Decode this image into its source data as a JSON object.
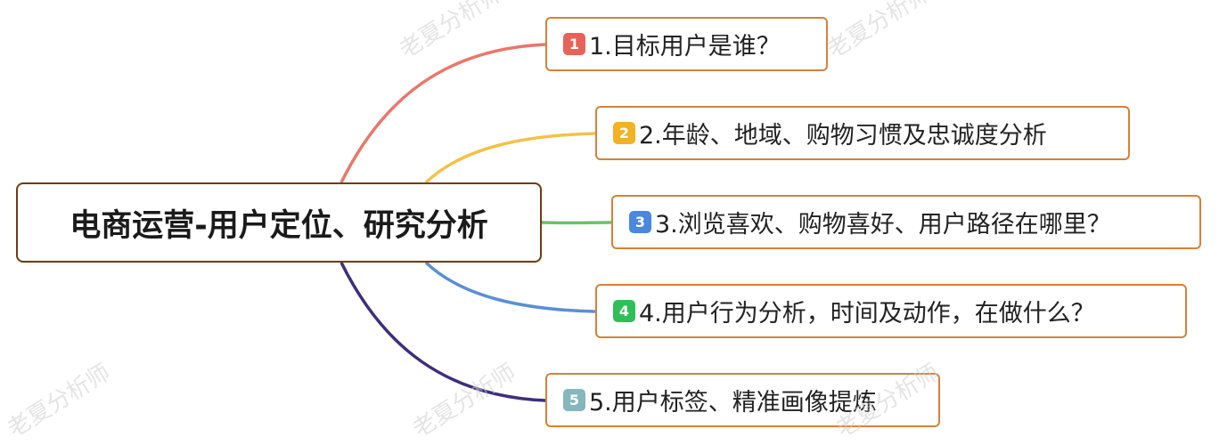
{
  "central": {
    "label": "电商运营-用户定位、研究分析"
  },
  "branches": [
    {
      "badge": "1",
      "label": "1.目标用户是谁？",
      "color": "#e8625a"
    },
    {
      "badge": "2",
      "label": "2.年龄、地域、购物习惯及忠诚度分析",
      "color": "#f2b221"
    },
    {
      "badge": "3",
      "label": "3.浏览喜欢、购物喜好、用户路径在哪里？",
      "color": "#4a88e0"
    },
    {
      "badge": "4",
      "label": "4.用户行为分析，时间及动作，在做什么？",
      "color": "#2fbf58"
    },
    {
      "badge": "5",
      "label": "5.用户标签、精准画像提炼",
      "color": "#86b6be"
    }
  ],
  "connector_colors": [
    "#e8786b",
    "#f2c24a",
    "#6cc06c",
    "#5b8fd3",
    "#3e2f7a"
  ],
  "watermark": "老夏分析师"
}
